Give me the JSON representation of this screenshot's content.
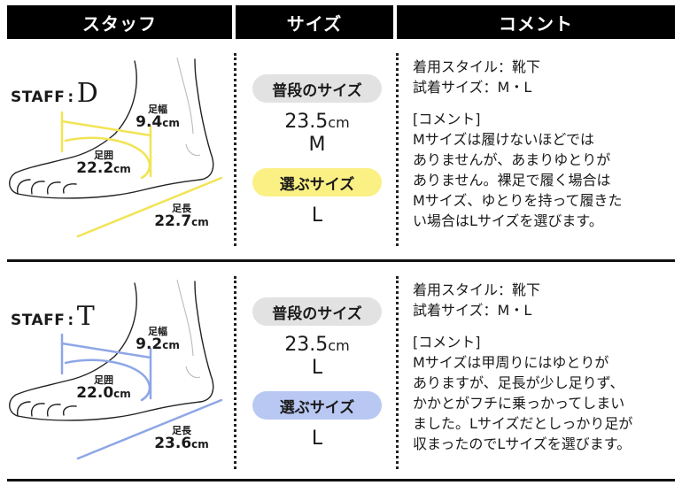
{
  "headers": {
    "staff": "スタッフ",
    "size": "サイズ",
    "comment": "コメント"
  },
  "colors": {
    "yellow": "#f1e454",
    "blue": "#8fa6e6",
    "pill_gray": "#e2e2e2",
    "pill_yellow": "#fbf084",
    "pill_blue": "#b9c8f2"
  },
  "rows": [
    {
      "staff_label": "STAFF",
      "staff_sep": ":",
      "staff_letter": "D",
      "width_label": "足幅",
      "width_value": "9.4",
      "width_unit": "cm",
      "girth_label": "足囲",
      "girth_value": "22.2",
      "girth_unit": "cm",
      "length_label": "足長",
      "length_value": "22.7",
      "length_unit": "cm",
      "usual_label": "普段のサイズ",
      "usual_size": "23.5",
      "usual_unit": "cm",
      "usual_letter": "M",
      "chosen_label": "選ぶサイズ",
      "chosen_size": "L",
      "comment_lines": [
        "着用スタイル：靴下",
        "試着サイズ：M・L"
      ],
      "comment_heading": "[コメント]",
      "comment_body": [
        "Mサイズは履けないほどでは",
        "ありませんが、あまりゆとりが",
        "ありません。裸足で履く場合は",
        "Mサイズ、ゆとりを持って履きた",
        "い場合はLサイズを選びます。"
      ]
    },
    {
      "staff_label": "STAFF",
      "staff_sep": ":",
      "staff_letter": "T",
      "width_label": "足幅",
      "width_value": "9.2",
      "width_unit": "cm",
      "girth_label": "足囲",
      "girth_value": "22.0",
      "girth_unit": "cm",
      "length_label": "足長",
      "length_value": "23.6",
      "length_unit": "cm",
      "usual_label": "普段のサイズ",
      "usual_size": "23.5",
      "usual_unit": "cm",
      "usual_letter": "L",
      "chosen_label": "選ぶサイズ",
      "chosen_size": "L",
      "comment_lines": [
        "着用スタイル：靴下",
        "試着サイズ：M・L"
      ],
      "comment_heading": "[コメント]",
      "comment_body": [
        "Mサイズは甲周りにはゆとりが",
        "ありますが、足長が少し足りず、",
        "かかとがフチに乗っかってしまい",
        "ました。Lサイズだとしっかり足が",
        "収まったのでLサイズを選びます。"
      ]
    }
  ]
}
